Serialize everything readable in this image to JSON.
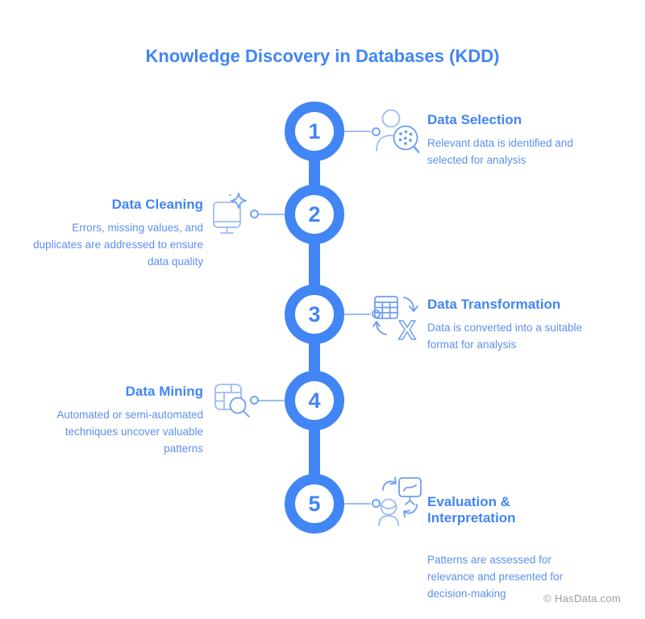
{
  "title": "Knowledge Discovery in Databases (KDD)",
  "footer": {
    "credit": "© HasData.com"
  },
  "colors": {
    "primary": "#4285F4",
    "desc_text": "#5E90EE",
    "line": "#9DBCF4",
    "dot_border": "#74A3F0",
    "icon_light": "#9BBCF5",
    "icon_accent": "#6E9EF0",
    "footer_text": "#9E9E9E"
  },
  "steps": [
    {
      "number": "1",
      "side": "right",
      "title": "Data Selection",
      "description": "Relevant data is identified and selected for analysis",
      "icon": "person-search-icon"
    },
    {
      "number": "2",
      "side": "left",
      "title": "Data Cleaning",
      "description": "Errors, missing values, and duplicates are addressed to ensure data quality",
      "icon": "monitor-sparkle-icon"
    },
    {
      "number": "3",
      "side": "right",
      "title": "Data Transformation",
      "description": "Data is converted into a suitable format for analysis",
      "icon": "table-transform-icon"
    },
    {
      "number": "4",
      "side": "left",
      "title": "Data Mining",
      "description": "Automated or semi-automated techniques uncover valuable patterns",
      "icon": "table-magnifier-icon"
    },
    {
      "number": "5",
      "side": "right",
      "title": "Evaluation & Interpretation",
      "description": "Patterns are assessed for relevance and presented for decision-making",
      "icon": "person-chart-cycle-icon"
    }
  ]
}
